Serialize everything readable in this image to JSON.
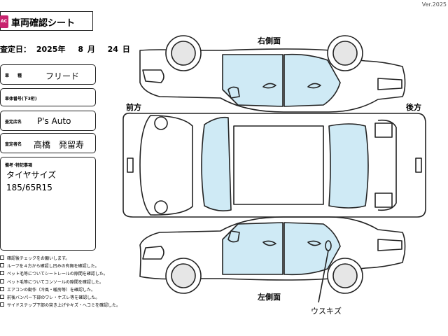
{
  "version": "Ver.2025",
  "logo_text": "AC",
  "title": "車両確認シート",
  "date": {
    "label": "査定日：",
    "year": "2025年",
    "month": "8",
    "month_unit": "月",
    "day": "24",
    "day_unit": "日"
  },
  "fields": {
    "vehicle_type": {
      "label": "車　　種",
      "value": "フリード"
    },
    "body_number": {
      "label": "車体番号(下3桁)",
      "value": ""
    },
    "shop": {
      "label": "査定店名",
      "value": "P's Auto"
    },
    "assessor": {
      "label": "査定者名",
      "value": "高橋　発留寿"
    },
    "remarks": {
      "label": "備考･特記事項",
      "lines": [
        "タイヤサイズ",
        "185/65R15"
      ]
    }
  },
  "checklist": [
    "確認後チェックをお願いします。",
    "ルーフを４方から確認し凹みの有無を確認した。",
    "ペット毛等についてシートレールの隙間を確認した。",
    "ペット毛等についてコンソールの隙間を確認した。",
    "エアコンの動作（冷風・暖房等）を確認した。",
    "前後バンパー下部のワレ・ケズレ等を確認した。",
    "サイドステップ下部の突き上げやキズ・ヘコミを確認した。"
  ],
  "diagram": {
    "right_side": "右側面",
    "left_side": "左側面",
    "front": "前方",
    "rear": "後方",
    "annotation": "ウスキズ"
  },
  "colors": {
    "glass": "#cfeaf5",
    "logo": "#c8246f",
    "outline": "#222222"
  }
}
